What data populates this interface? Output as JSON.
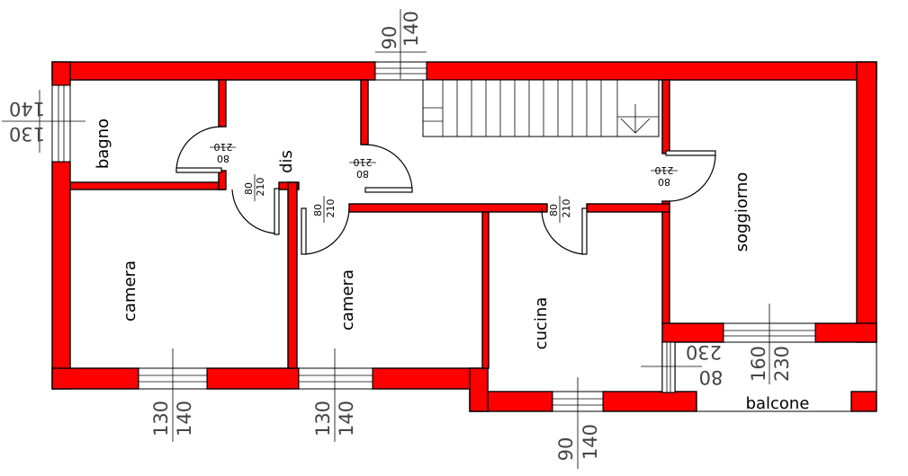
{
  "rooms": {
    "bagno": "bagno",
    "dis": "dis",
    "camera_1": "camera",
    "camera_2": "camera",
    "cucina": "cucina",
    "soggiorno": "soggiorno",
    "balcone": "balcone"
  },
  "windows": {
    "top": {
      "w": "90",
      "h": "140"
    },
    "left": {
      "w": "130",
      "h": "140"
    },
    "bottom_camera_1": {
      "w": "130",
      "h": "140"
    },
    "bottom_camera_2": {
      "w": "130",
      "h": "140"
    },
    "bottom_cucina": {
      "w": "90",
      "h": "140"
    },
    "balcony_door": {
      "w": "160",
      "h": "230"
    },
    "balcony_side": {
      "w": "80",
      "h": "230"
    }
  },
  "doors": {
    "bagno": {
      "w": "80",
      "h": "210"
    },
    "dis_right": {
      "w": "80",
      "h": "210"
    },
    "camera_1": {
      "w": "80",
      "h": "210"
    },
    "camera_2": {
      "w": "80",
      "h": "210"
    },
    "cucina": {
      "w": "80",
      "h": "210"
    },
    "soggiorno": {
      "w": "80",
      "h": "210"
    }
  }
}
